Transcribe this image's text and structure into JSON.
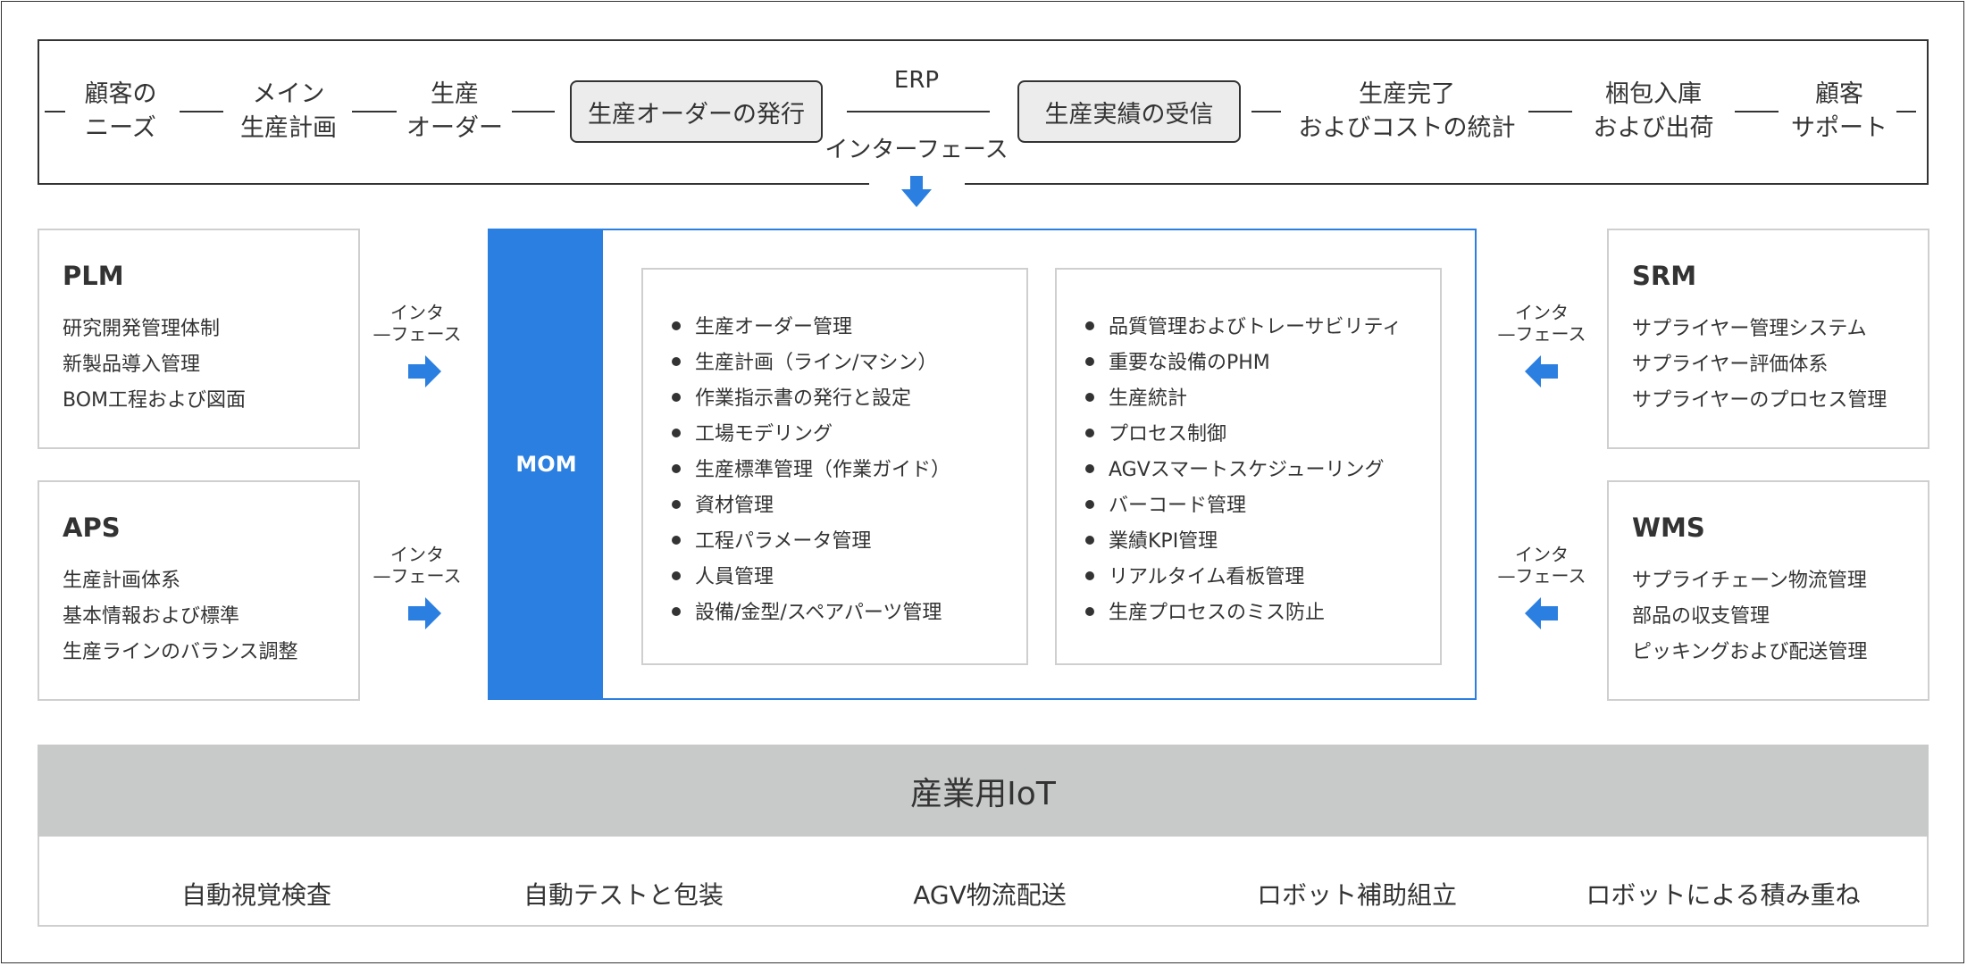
{
  "erp": {
    "flow": [
      "顧客の\nニーズ",
      "メイン\n生産計画",
      "生産\nオーダー",
      "生産完了\nおよびコストの統計",
      "梱包入庫\nおよび出荷",
      "顧客\nサポート"
    ],
    "issue_order": "生産オーダーの発行",
    "receive_results": "生産実績の受信",
    "label_top": "ERP",
    "label_bottom": "インターフェース"
  },
  "interface_label": "インタ\n—フェース",
  "plm": {
    "title": "PLM",
    "items": [
      "研究開発管理体制",
      "新製品導入管理",
      "BOM工程および図面"
    ]
  },
  "aps": {
    "title": "APS",
    "items": [
      "生産計画体系",
      "基本情報および標準",
      "生産ラインのバランス調整"
    ]
  },
  "srm": {
    "title": "SRM",
    "items": [
      "サプライヤー管理システム",
      "サプライヤー評価体系",
      "サプライヤーのプロセス管理"
    ]
  },
  "wms": {
    "title": "WMS",
    "items": [
      "サプライチェーン物流管理",
      "部品の収支管理",
      "ピッキングおよび配送管理"
    ]
  },
  "mom": {
    "title": "MOM",
    "left": [
      "生産オーダー管理",
      "生産計画（ライン/マシン）",
      "作業指示書の発行と設定",
      "工場モデリング",
      "生産標準管理（作業ガイド）",
      "資材管理",
      "工程パラメータ管理",
      "人員管理",
      "設備/金型/スペアパーツ管理"
    ],
    "right": [
      "品質管理およびトレーサビリティ",
      "重要な設備のPHM",
      "生産統計",
      "プロセス制御",
      "AGVスマートスケジューリング",
      "バーコード管理",
      "業績KPI管理",
      "リアルタイム看板管理",
      "生産プロセスのミス防止"
    ]
  },
  "iot": {
    "title": "産業用IoT",
    "items": [
      "自動視覚検査",
      "自動テストと包装",
      "AGV物流配送",
      "ロボット補助組立",
      "ロボットによる積み重ね"
    ]
  },
  "colors": {
    "accent": "#2a7fe0",
    "iot_band": "#c8c9c9",
    "line": "#333333"
  },
  "icons": {
    "arrow_down": "arrow-down-icon",
    "arrow_right": "arrow-right-icon",
    "arrow_left": "arrow-left-icon"
  }
}
